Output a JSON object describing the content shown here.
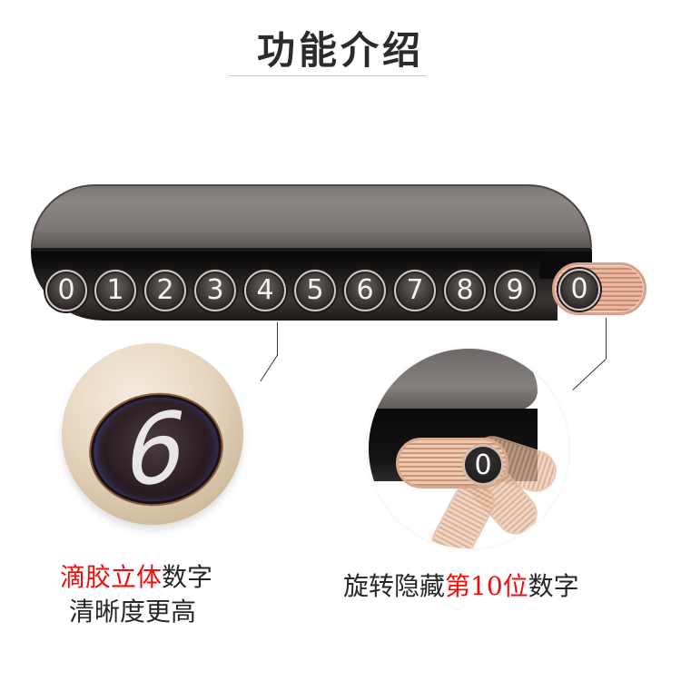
{
  "title": "功能介绍",
  "product": {
    "digits": [
      "0",
      "1",
      "2",
      "3",
      "4",
      "5",
      "6",
      "7",
      "8",
      "9"
    ],
    "slider_digit": "0"
  },
  "callouts": {
    "left": {
      "knob_digit": "6",
      "line1_red": "滴胶立体",
      "line1_black": "数字",
      "line2": "清晰度更高"
    },
    "right": {
      "slider_digit": "0",
      "line_black_1": "旋转隐藏",
      "line_red": "第10位",
      "line_black_2": "数字"
    }
  },
  "colors": {
    "accent_red": "#f20d0d",
    "text_dark": "#262626",
    "rose_gold": "#e9b9a2",
    "bar_gray": "#7c7774"
  }
}
